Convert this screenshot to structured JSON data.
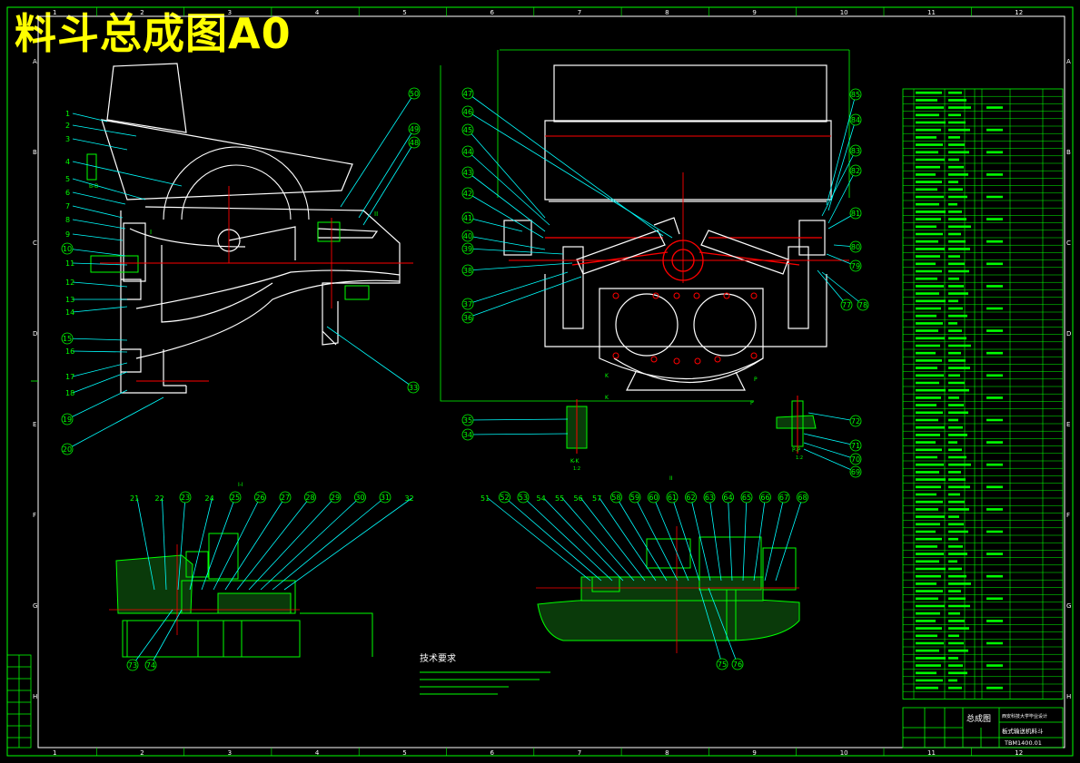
{
  "title": "料斗总成图A0",
  "border": {
    "cols": [
      "1",
      "2",
      "3",
      "4",
      "5",
      "6",
      "7",
      "8",
      "9",
      "10",
      "11",
      "12"
    ],
    "rows": [
      "A",
      "B",
      "C",
      "D",
      "E",
      "F",
      "G",
      "H"
    ]
  },
  "callouts": {
    "side_view": [
      "1",
      "2",
      "3",
      "4",
      "5",
      "6",
      "7",
      "8",
      "9",
      "10",
      "11",
      "12",
      "13",
      "14",
      "15",
      "16",
      "17",
      "18",
      "19",
      "20"
    ],
    "side_view_right": [
      "50",
      "49",
      "48",
      "33"
    ],
    "front_view_left": [
      "47",
      "46",
      "45",
      "44",
      "43",
      "42",
      "41",
      "40",
      "39",
      "38",
      "37",
      "36"
    ],
    "front_view_right": [
      "85",
      "84",
      "83",
      "82",
      "81",
      "80",
      "79",
      "77",
      "78"
    ],
    "detail_left": [
      "21",
      "22",
      "23",
      "24",
      "25",
      "26",
      "27",
      "28",
      "29",
      "30",
      "31",
      "32"
    ],
    "detail_left_bottom": [
      "73",
      "74"
    ],
    "detail_right": [
      "51",
      "52",
      "53",
      "54",
      "55",
      "56",
      "57",
      "58",
      "59",
      "60",
      "61",
      "62",
      "63",
      "64",
      "65",
      "66",
      "67",
      "68"
    ],
    "detail_right_bottom": [
      "75",
      "76"
    ],
    "section_pp": [
      "72",
      "71",
      "70",
      "69"
    ],
    "section_kk": [
      "35",
      "34"
    ]
  },
  "section_labels": {
    "b_b": "B-B",
    "k_k": "K-K",
    "p_p": "P-P",
    "i_i": "I-I",
    "ii": "II",
    "scale_12": "1:2",
    "k": "K",
    "p": "P",
    "i": "I"
  },
  "tech_title": "技术要求",
  "title_block": {
    "name": "总成图",
    "school": "西安科技大学毕业设计",
    "subject": "板式输送机料斗",
    "drawing_no": "TBM1400.01"
  },
  "colors": {
    "line": "#00ff00",
    "leader": "#00ffff",
    "accent": "#ff0000",
    "text": "#00ff00",
    "number": "#ffff00",
    "white": "#ffffff",
    "title": "#ffff00"
  }
}
